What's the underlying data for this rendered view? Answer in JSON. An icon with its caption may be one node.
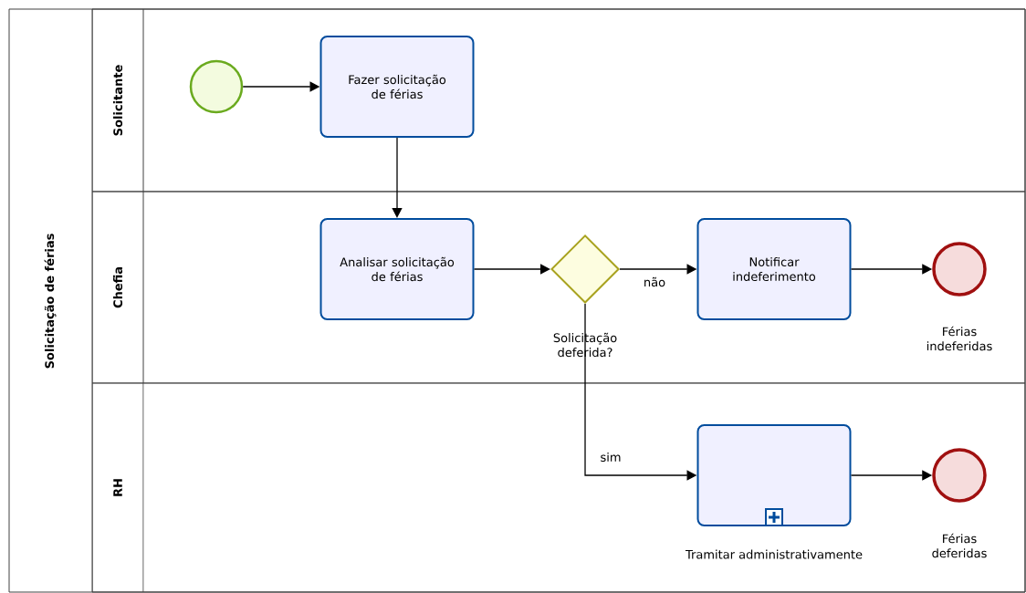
{
  "diagram": {
    "nodes": [
      {
        "text": [
          "Solicitação de férias"
        ]
      },
      {
        "text": [
          "Solicitante"
        ],
        "in": 0
      },
      {
        "text": [
          "Chefia"
        ],
        "in": 0
      },
      {
        "text": [
          "RH"
        ],
        "in": 0
      },
      {
        "text": [],
        "shape": "circle",
        "in": 1
      },
      {
        "text": [
          "Fazer solicitação de férias"
        ],
        "in": 1
      },
      {
        "text": [
          "Analisar solicitação de férias"
        ],
        "in": 2
      },
      {
        "text": [],
        "shape": "diamond",
        "in": 2,
        "beside": [
          "Solicitação deferida?"
        ]
      },
      {
        "text": [
          "Notificar indeferimento"
        ],
        "in": 2
      },
      {
        "text": [],
        "shape": "circle",
        "in": 2,
        "beside": [
          "Férias indeferidas"
        ]
      },
      {
        "text": [
          "Tramitar administrativamente"
        ],
        "in": 3
      },
      {
        "text": [],
        "shape": "circle",
        "in": 3,
        "beside": [
          "Férias deferidas"
        ]
      }
    ],
    "edges": [
      {
        "from": 4,
        "to": 5,
        "arrow": "to"
      },
      {
        "from": 5,
        "to": 6,
        "arrow": "to"
      },
      {
        "from": 6,
        "to": 7,
        "arrow": "to"
      },
      {
        "from": 7,
        "to": 8,
        "arrow": "to",
        "label": "não"
      },
      {
        "from": 8,
        "to": 9,
        "arrow": "to"
      },
      {
        "from": 7,
        "to": 10,
        "arrow": "to",
        "label": "sim"
      },
      {
        "from": 10,
        "to": 11,
        "arrow": "to"
      }
    ]
  }
}
